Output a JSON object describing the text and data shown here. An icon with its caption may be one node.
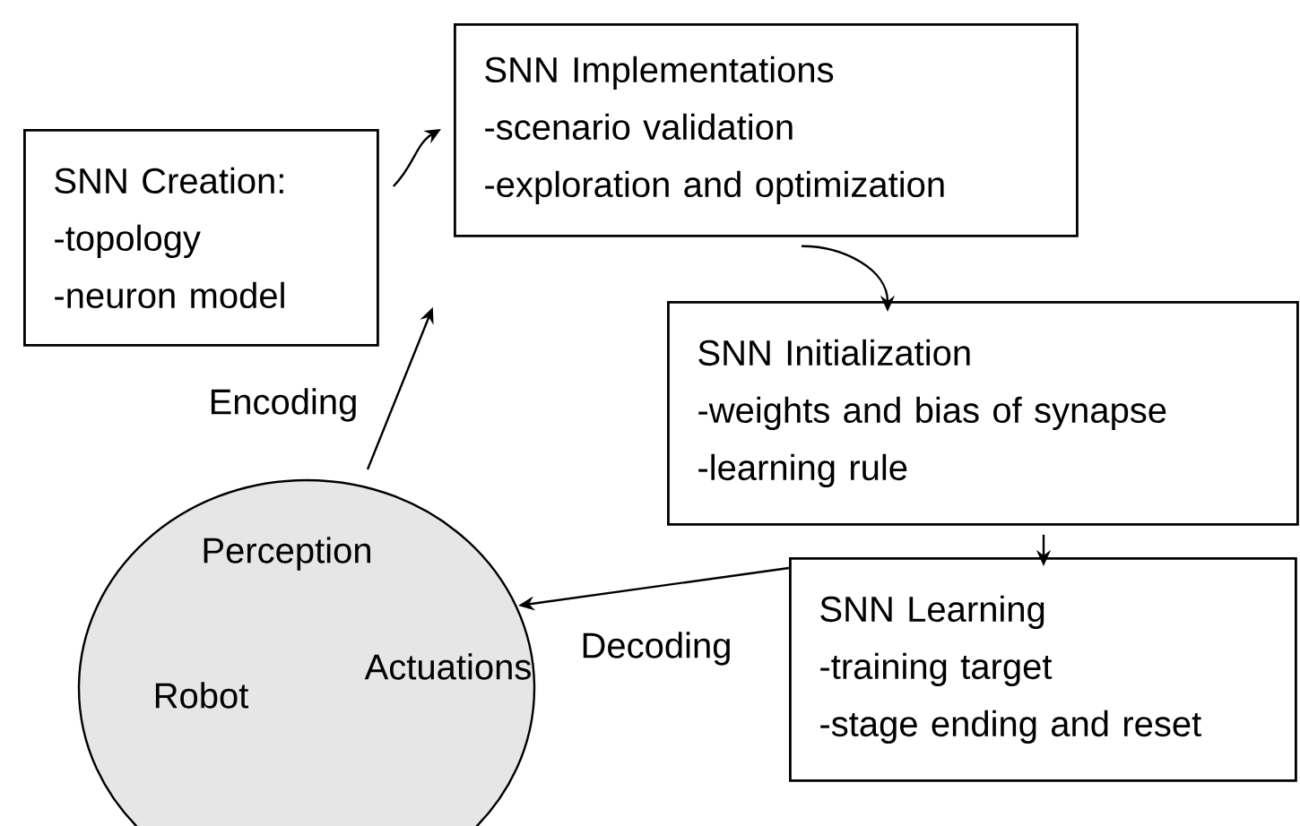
{
  "diagram": {
    "nodes": [
      {
        "text": [
          "SNN Creation:",
          "-topology",
          "-neuron model"
        ]
      },
      {
        "text": [
          "SNN Implementations",
          "-scenario validation",
          "-exploration and optimization"
        ]
      },
      {
        "text": [
          "SNN Initialization",
          "-weights and bias of synapse",
          "-learning rule"
        ]
      },
      {
        "text": [
          "SNN Learning",
          "-training target",
          "-stage ending and reset"
        ]
      },
      {
        "text": [
          "Perception",
          "Actuations",
          "Robot"
        ]
      }
    ],
    "edges": [
      {
        "from": 0,
        "to": 1,
        "arrow": "to"
      },
      {
        "from": 1,
        "to": 2,
        "arrow": "to"
      },
      {
        "from": 2,
        "to": 3,
        "arrow": "to"
      },
      {
        "from": 3,
        "to": 4,
        "arrow": "to",
        "label": "Decoding"
      },
      {
        "from": 4,
        "to": 0,
        "arrow": "to",
        "label": "Encoding"
      }
    ]
  }
}
